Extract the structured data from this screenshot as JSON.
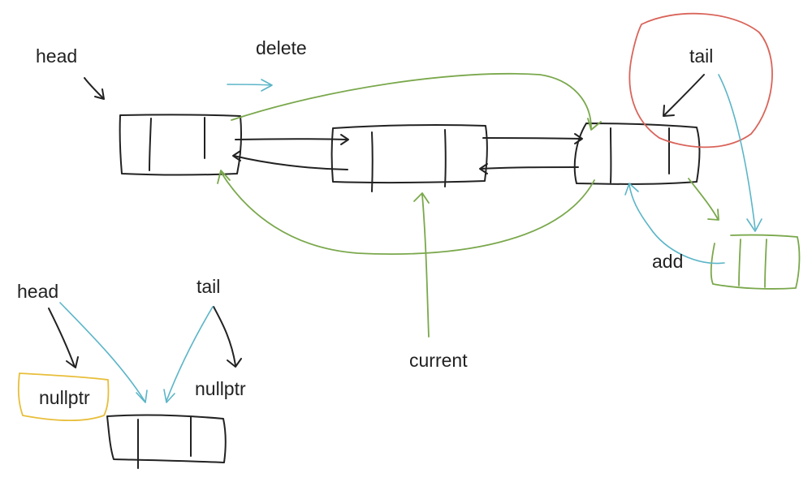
{
  "labels": {
    "head_top": "head",
    "delete": "delete",
    "tail_top": "tail",
    "add": "add",
    "current": "current",
    "head_bottom": "head",
    "tail_bottom": "tail",
    "nullptr_left": "nullptr",
    "nullptr_right": "nullptr"
  },
  "colors": {
    "ink": "#222222",
    "green": "#7aa84c",
    "blue": "#5bb5c8",
    "red": "#d9645a",
    "yellow": "#e8be3a"
  }
}
